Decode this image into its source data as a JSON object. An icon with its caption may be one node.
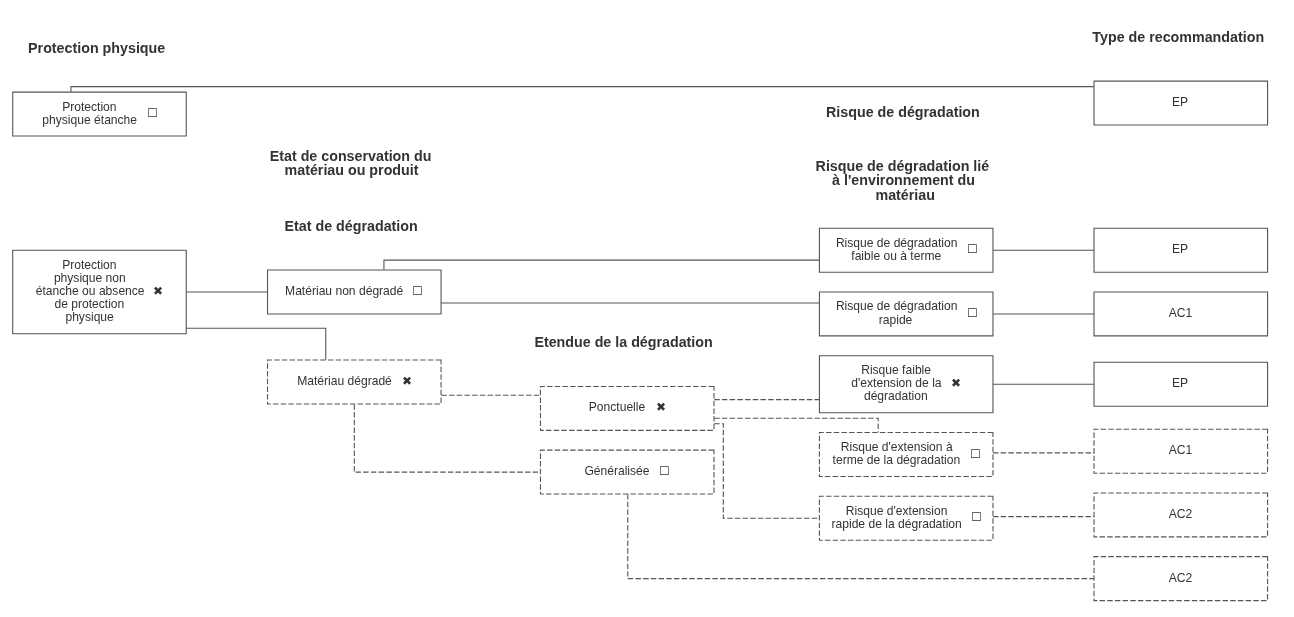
{
  "diagram": {
    "nodes": [
      {
        "text": [
          "Protection physique étanche",
          "☐"
        ]
      },
      {
        "text": [
          "Protection physique non étanche ou absence de protection physique",
          "✖"
        ]
      },
      {
        "text": [
          "Matériau non dégradé",
          "☐"
        ]
      },
      {
        "text": [
          "Matériau dégradé",
          "✖"
        ]
      },
      {
        "text": [
          "Ponctuelle",
          "✖"
        ]
      },
      {
        "text": [
          "Généralisée",
          "☐"
        ]
      },
      {
        "text": [
          "Risque de dégradation faible ou à terme",
          "☐"
        ]
      },
      {
        "text": [
          "Risque de dégradation rapide",
          "☐"
        ]
      },
      {
        "text": [
          "Risque faible d'extension de la dégradation",
          "✖"
        ]
      },
      {
        "text": [
          "Risque d'extension à terme de la dégradation",
          "☐"
        ]
      },
      {
        "text": [
          "Risque d'extension rapide de la dégradation",
          "☐"
        ]
      },
      {
        "text": [
          "EP"
        ]
      },
      {
        "text": [
          "EP"
        ]
      },
      {
        "text": [
          "AC1"
        ]
      },
      {
        "text": [
          "EP"
        ]
      },
      {
        "text": [
          "AC1"
        ]
      },
      {
        "text": [
          "AC2"
        ]
      },
      {
        "text": [
          "AC2"
        ]
      }
    ],
    "edges": [
      {
        "from": 0,
        "to": 11,
        "arrow": "none"
      },
      {
        "from": 1,
        "to": 2,
        "arrow": "none"
      },
      {
        "from": 1,
        "to": 3,
        "arrow": "none"
      },
      {
        "from": 2,
        "to": 6,
        "arrow": "none"
      },
      {
        "from": 2,
        "to": 7,
        "arrow": "none"
      },
      {
        "from": 6,
        "to": 12,
        "arrow": "none"
      },
      {
        "from": 7,
        "to": 13,
        "arrow": "none"
      },
      {
        "from": 3,
        "to": 4,
        "arrow": "none",
        "style": "dashed"
      },
      {
        "from": 3,
        "to": 5,
        "arrow": "none",
        "style": "dashed"
      },
      {
        "from": 4,
        "to": 8,
        "arrow": "none",
        "style": "dashed"
      },
      {
        "from": 4,
        "to": 9,
        "arrow": "none",
        "style": "dashed"
      },
      {
        "from": 4,
        "to": 10,
        "arrow": "none",
        "style": "dashed"
      },
      {
        "from": 8,
        "to": 14,
        "arrow": "none"
      },
      {
        "from": 9,
        "to": 15,
        "arrow": "none",
        "style": "dashed"
      },
      {
        "from": 10,
        "to": 16,
        "arrow": "none",
        "style": "dashed"
      },
      {
        "from": 5,
        "to": 17,
        "arrow": "none",
        "style": "dashed"
      }
    ],
    "labels": [
      "Etat de conservation du matériau ou produit",
      "Risque de dégradation",
      "Protection physique",
      "Etat de dégradation",
      "Etendue de la dégradation",
      "Risque de dégradation lié à l'environnement du matériau",
      "Type de recommandation"
    ]
  }
}
